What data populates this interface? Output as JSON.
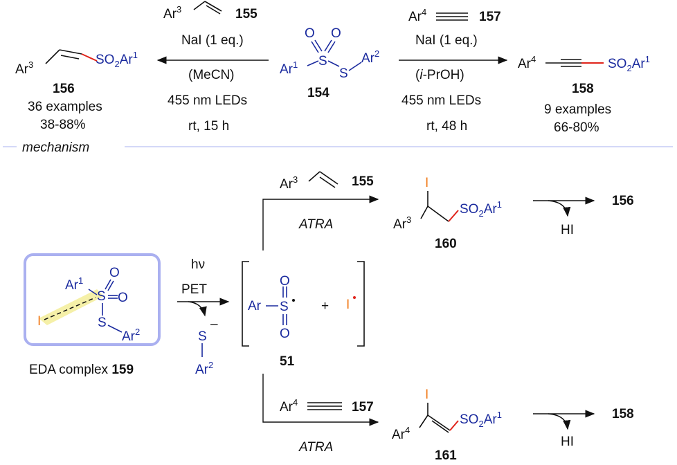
{
  "top": {
    "left_reagent_label": "155",
    "left_cond1": "NaI (1 eq.)",
    "left_cond2": "(MeCN)",
    "left_cond3": "455 nm LEDs",
    "left_cond4": "rt, 15 h",
    "center_label": "154",
    "right_reagent_label": "157",
    "right_cond1": "NaI (1 eq.)",
    "right_cond2_pre": "(",
    "right_cond2_ital": "i",
    "right_cond2_post": "-PrOH)",
    "right_cond3": "455 nm LEDs",
    "right_cond4": "rt, 48 h",
    "left_product_label": "156",
    "left_examples": "36 examples",
    "left_yield": "38-88%",
    "right_product_label": "158",
    "right_examples": "9 examples",
    "right_yield": "66-80%"
  },
  "mechanism_label": "mechanism",
  "mech": {
    "edA_caption": "EDA complex ",
    "eda_label": "159",
    "hv": "hν",
    "pet": "PET",
    "radical_label": "51",
    "plus": "+",
    "upper_reagent_label": "155",
    "upper_atra": "ATRA",
    "upper_int_label": "160",
    "upper_hi": "HI",
    "upper_product": "156",
    "lower_reagent_label": "157",
    "lower_atra": "ATRA",
    "lower_int_label": "161",
    "lower_hi": "HI",
    "lower_product": "158"
  },
  "colors": {
    "blue": "#1a2a9e",
    "orange": "#f07a1a",
    "red": "#e0241b",
    "box": "#aab0f0",
    "highlight": "#f5f0a8"
  }
}
